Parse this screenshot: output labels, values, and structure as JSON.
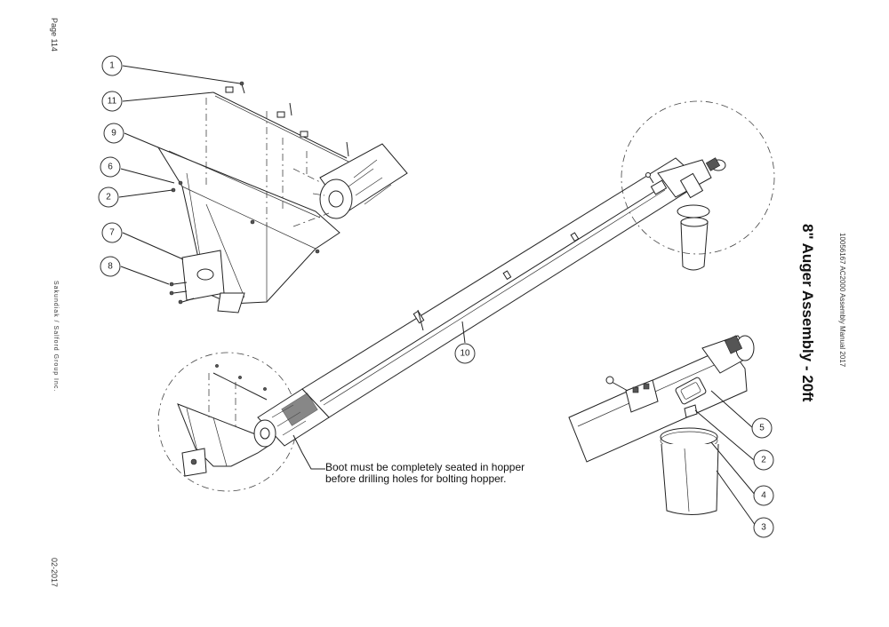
{
  "margin_left": {
    "page_number": "Page 114",
    "publisher": "Sakundiak / Salford Group Inc.",
    "edition": "02-2017"
  },
  "margin_right": {
    "title": "8\" Auger Assembly - 20ft",
    "manual": "10056167 AC2000 Assembly Manual 2017"
  },
  "note": {
    "line1": "Boot must be completely seated in hopper",
    "line2": "before drilling holes for bolting hopper."
  },
  "callouts": {
    "c1": "1",
    "c11": "11",
    "c9": "9",
    "c6": "6",
    "c2_hopper": "2",
    "c7": "7",
    "c8": "8",
    "c10": "10",
    "c5": "5",
    "c2_spout": "2",
    "c4": "4",
    "c3": "3"
  }
}
